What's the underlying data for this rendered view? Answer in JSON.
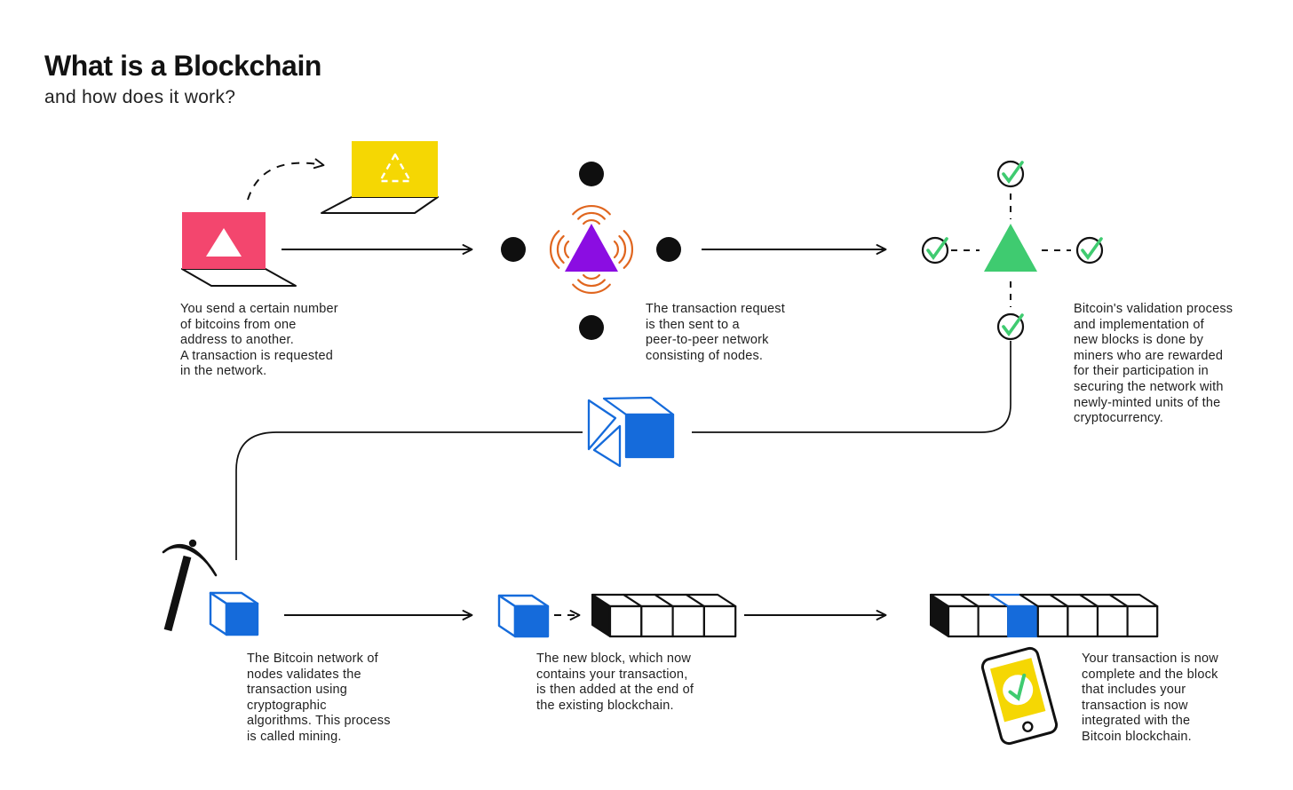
{
  "title": "What is a Blockchain",
  "subtitle": "and how does it work?",
  "steps": [
    {
      "id": "request",
      "text": "You send a certain number\nof bitcoins from one\naddress to another.\nA transaction is requested\nin the network."
    },
    {
      "id": "broadcast",
      "text": "The transaction request\nis then sent to a\npeer-to-peer network\nconsisting of nodes."
    },
    {
      "id": "validation",
      "text": "Bitcoin's validation process\nand implementation of\nnew blocks is done by\nminers who are rewarded\nfor their participation in\nsecuring the network with\nnewly-minted units of the\ncryptocurrency."
    },
    {
      "id": "mining",
      "text": "The Bitcoin network of\nnodes validates the\ntransaction using\ncryptographic\nalgorithms. This process\nis called mining."
    },
    {
      "id": "append",
      "text": "The new block, which now\ncontains your transaction,\nis then added at the end of\nthe existing blockchain."
    },
    {
      "id": "complete",
      "text": "Your transaction is now\ncomplete and the block\nthat includes your\ntransaction is now\nintegrated with the\nBitcoin blockchain."
    }
  ],
  "colors": {
    "pink": "#F3466E",
    "yellow": "#F5D703",
    "purple": "#8B0DE2",
    "green": "#3FCB70",
    "blue": "#156BDB",
    "orange": "#E0661F",
    "ink": "#111111",
    "white": "#ffffff"
  },
  "icons": {
    "sender-laptop-icon": "pink laptop with solid white triangle",
    "receiver-laptop-icon": "yellow laptop with dashed white triangle",
    "network-node-icon": "black filled circle",
    "signal-waves-icon": "orange broadcast arcs",
    "transaction-icon": "purple triangle",
    "validated-transaction-icon": "green triangle",
    "check-circle-icon": "outlined circle with green check",
    "block-icon": "blue 3D cube",
    "open-block-icon": "blue unfolded cube",
    "pickaxe-icon": "black mining pickaxe",
    "blockchain-icon": "row of 3D cubes with black end cap",
    "phone-icon": "tilted smartphone, yellow screen, green check"
  },
  "diagram": {
    "existing_blockchain": {
      "cubes": 4,
      "blue_index": -1
    },
    "final_blockchain": {
      "cubes": 7,
      "blue_index": 2
    }
  }
}
